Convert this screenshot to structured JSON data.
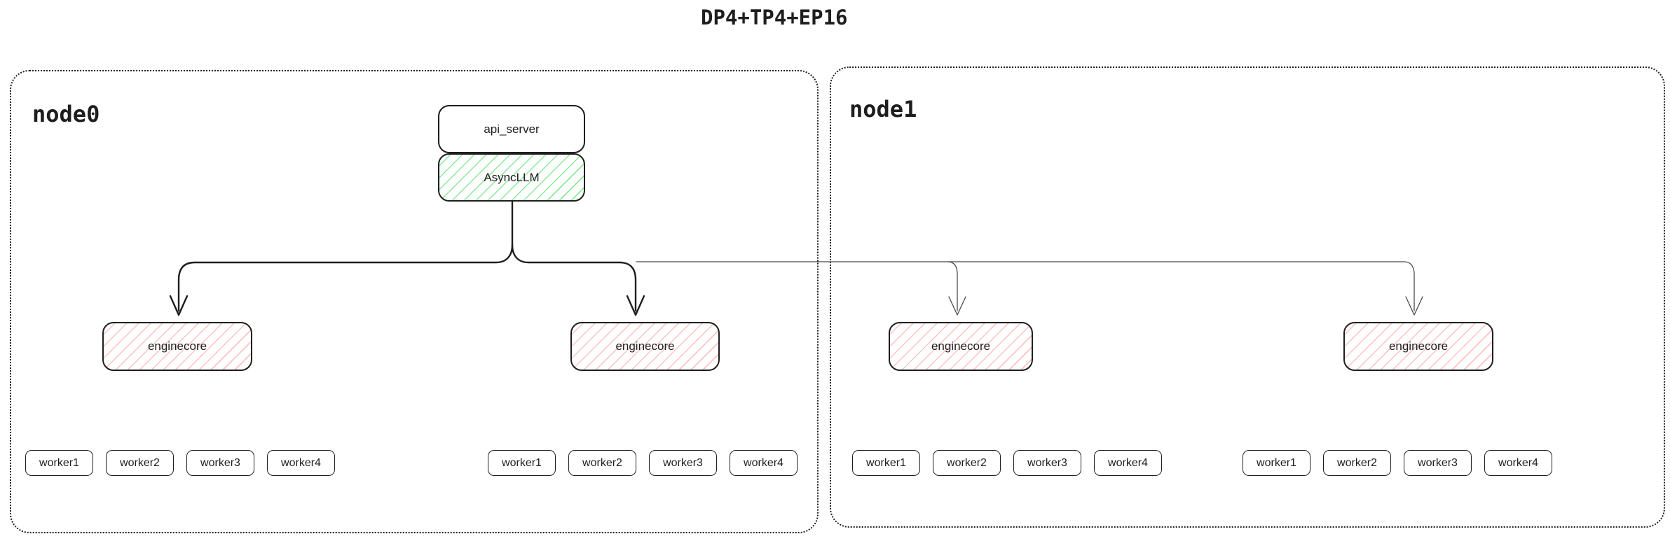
{
  "title": "DP4+TP4+EP16",
  "colors": {
    "stroke": "#1e1e1e",
    "green_hatch": "#8ce99a",
    "red_hatch": "#ffc2c2",
    "thin_line": "#4a4a4a"
  },
  "nodes": [
    {
      "label": "node0",
      "stack": {
        "api_server_label": "api_server",
        "async_llm_label": "AsyncLLM"
      },
      "enginecores": [
        {
          "label": "enginecore",
          "workers": [
            "worker1",
            "worker2",
            "worker3",
            "worker4"
          ]
        },
        {
          "label": "enginecore",
          "workers": [
            "worker1",
            "worker2",
            "worker3",
            "worker4"
          ]
        }
      ]
    },
    {
      "label": "node1",
      "enginecores": [
        {
          "label": "enginecore",
          "workers": [
            "worker1",
            "worker2",
            "worker3",
            "worker4"
          ]
        },
        {
          "label": "enginecore",
          "workers": [
            "worker1",
            "worker2",
            "worker3",
            "worker4"
          ]
        }
      ]
    }
  ]
}
